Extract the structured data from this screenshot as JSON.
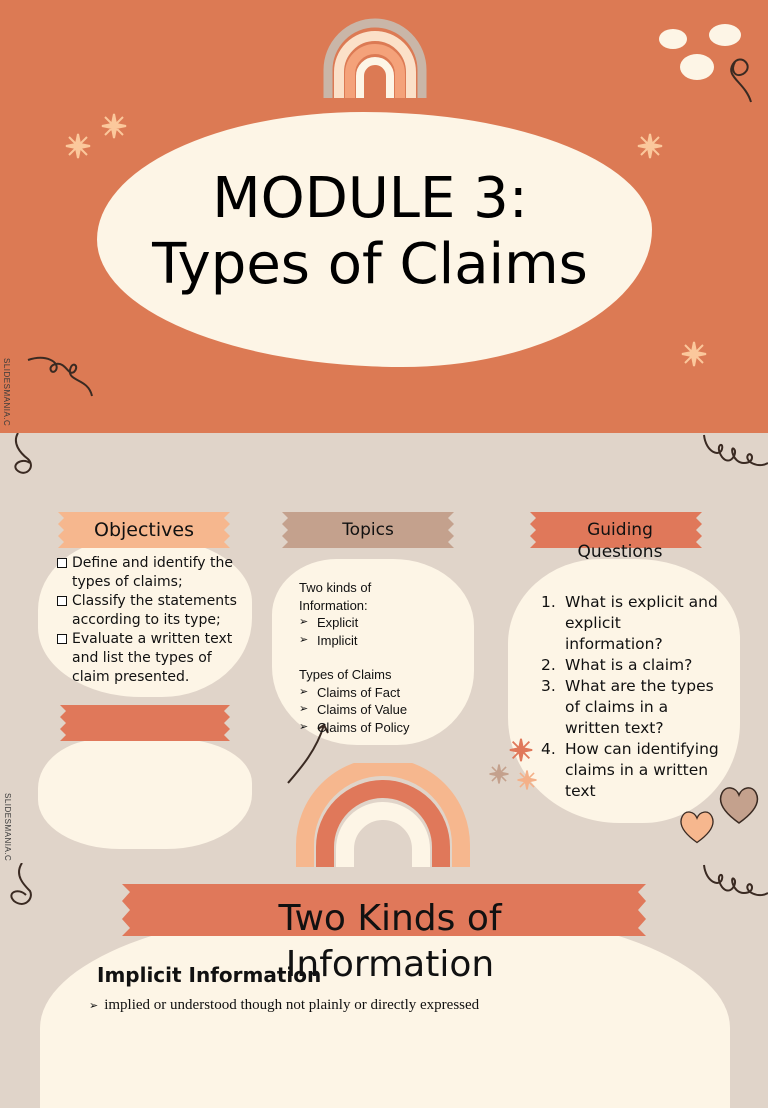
{
  "slide1": {
    "title_line1": "MODULE 3:",
    "title_line2": "Types of Claims",
    "watermark": "SLIDESMANIA.C"
  },
  "slide2": {
    "watermark": "SLIDESMANIA.C",
    "objectives": {
      "heading": "Objectives",
      "items": [
        "Define and identify the types of claims;",
        "Classify the statements according to its type;",
        "Evaluate a written text and list the types of claim presented."
      ]
    },
    "topics": {
      "heading": "Topics",
      "group1_title": "Two kinds of Information:",
      "group1_items": [
        "Explicit",
        "Implicit"
      ],
      "group2_title": "Types of Claims",
      "group2_items": [
        "Claims of Fact",
        "Claims of Value",
        "Claims of Policy"
      ]
    },
    "guiding": {
      "heading_line1": "Guiding",
      "heading_line2": "Questions",
      "items": [
        "What is explicit and explicit information?",
        "What is a claim?",
        "What are the types of claims in a written text?",
        "How can identifying claims in a written text"
      ]
    }
  },
  "slide3": {
    "title": "Two Kinds of Information",
    "subheading": "Implicit Information",
    "bullet": "implied or understood though not plainly or directly expressed"
  },
  "colors": {
    "terracotta": "#dc7a54",
    "cream": "#fdf5e6",
    "beige": "#e0d4c9",
    "peach": "#f4b088",
    "taupe": "#c4a18d"
  },
  "icons": [
    "rainbow-icon",
    "sparkle-icon",
    "squiggle-icon",
    "heart-icon",
    "dots-icon"
  ]
}
